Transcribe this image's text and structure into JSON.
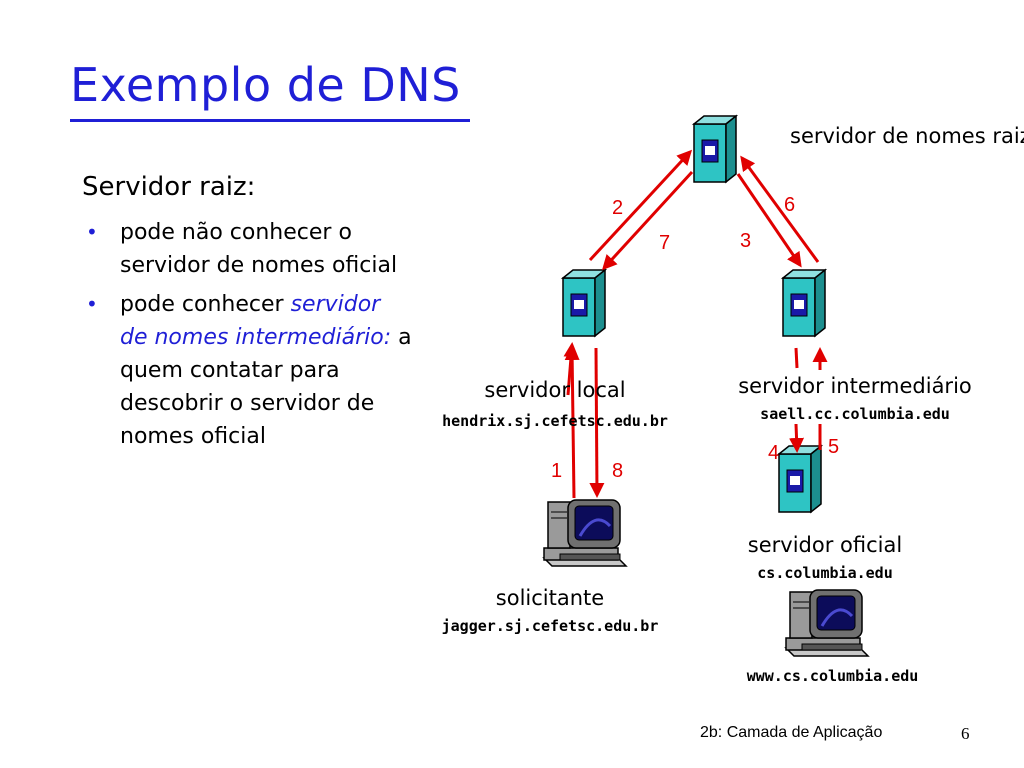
{
  "slide": {
    "title": "Exemplo de DNS",
    "subtitle": "Servidor raiz:",
    "bullet1": "pode não conhecer o servidor de nomes oficial",
    "bullet2_pre": "pode conhecer ",
    "bullet2_italic": "servidor de nomes intermediário:",
    "bullet2_post": " a quem contatar para descobrir o servidor de nomes oficial",
    "footer": "2b: Camada de Aplicação",
    "page_number": "6"
  },
  "diagram": {
    "root_label": "servidor de nomes raiz",
    "local_label": "servidor local",
    "local_host": "hendrix.sj.cefetsc.edu.br",
    "inter_label": "servidor intermediário",
    "inter_host": "saell.cc.columbia.edu",
    "auth_label": "servidor oficial",
    "auth_host": "cs.columbia.edu",
    "requester_label": "solicitante",
    "requester_host": "jagger.sj.cefetsc.edu.br",
    "web_host": "www.cs.columbia.edu",
    "steps": [
      "1",
      "2",
      "3",
      "4",
      "5",
      "6",
      "7",
      "8"
    ],
    "arrow_color": "#e00000",
    "server_color": "#2ec4c4"
  }
}
